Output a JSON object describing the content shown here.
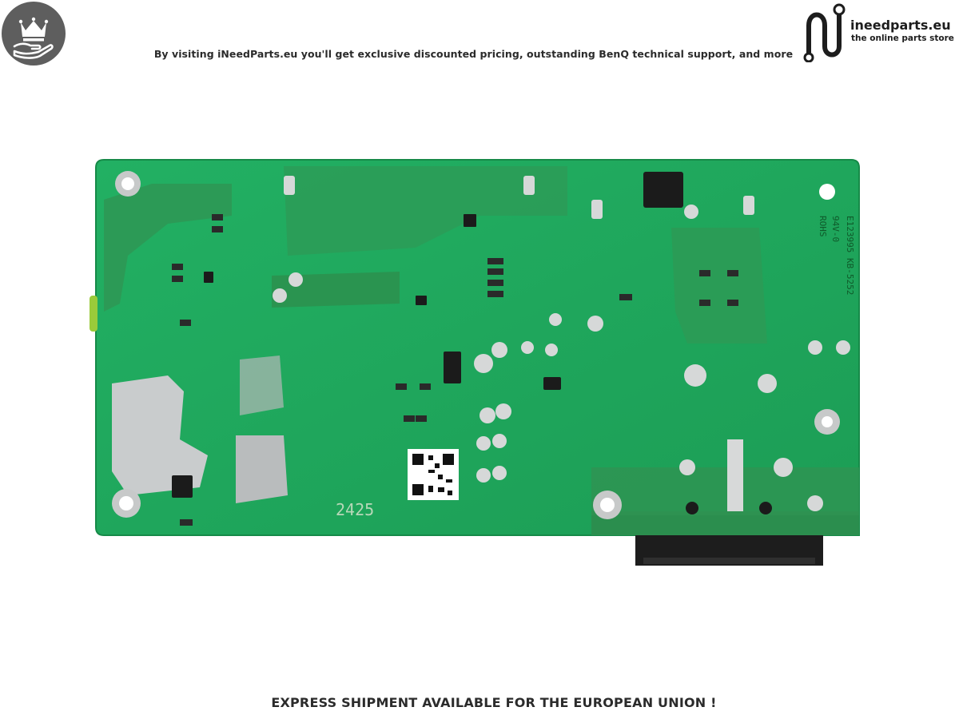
{
  "header": {
    "promo_text": "By visiting iNeedParts.eu you'll get exclusive discounted pricing, outstanding BenQ technical support, and more"
  },
  "brand": {
    "name": "ineedparts.eu",
    "tagline": "the online parts store"
  },
  "badge": {
    "icon": "crown-on-hand-icon"
  },
  "product": {
    "description_icon": "pcb-power-board-photo",
    "board_marking_number": "2425",
    "markings": [
      "E123995 KB-5252",
      "94V-0",
      "ROHS"
    ]
  },
  "footer": {
    "banner_text": "EXPRESS SHIPMENT AVAILABLE FOR THE EUROPEAN UNION !"
  },
  "colors": {
    "pcb_green": "#1fa65a",
    "badge_gray": "#5e5e5e",
    "text_dark": "#2b2b2b"
  }
}
